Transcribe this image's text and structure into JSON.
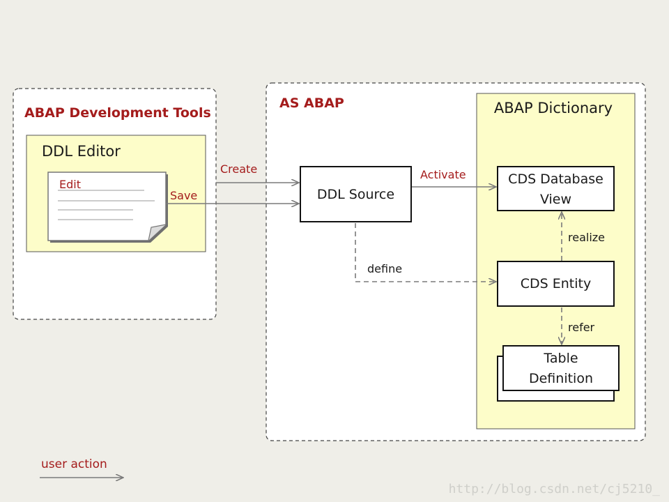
{
  "adt": {
    "title": "ABAP Development Tools",
    "editor_title": "DDL Editor",
    "doc_edit_label": "Edit"
  },
  "as_abap": {
    "title": "AS ABAP",
    "ddl_source": "DDL Source",
    "dictionary": {
      "title": "ABAP Dictionary",
      "cds_view_line1": "CDS Database",
      "cds_view_line2": "View",
      "cds_entity": "CDS Entity",
      "table_line1": "Table",
      "table_line2": "Definition"
    }
  },
  "arrows": {
    "create": "Create",
    "save": "Save",
    "activate": "Activate",
    "define": "define",
    "realize": "realize",
    "refer": "refer"
  },
  "legend": {
    "user_action": "user action"
  },
  "watermark": "http://blog.csdn.net/cj5210_",
  "colors": {
    "background": "#efeee8",
    "panel_fill": "#fdfdc9",
    "accent_red": "#a41c1c",
    "arrow_gray": "#7a7a7a"
  }
}
